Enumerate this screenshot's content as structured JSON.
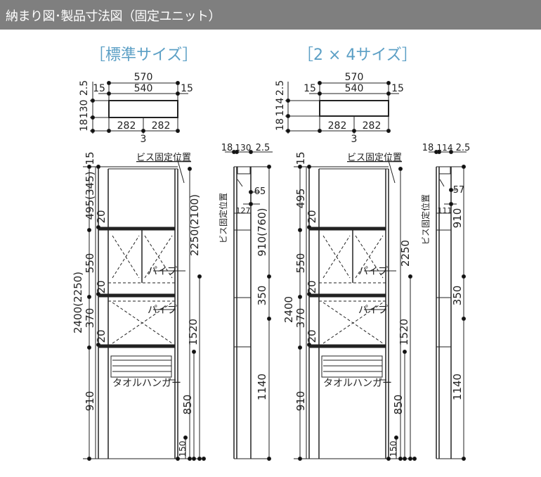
{
  "header": {
    "title": "納まり図･製品寸法図（固定ユニット）"
  },
  "colors": {
    "header_bg": "#7f7f7f",
    "section_label": "#5b9fc5",
    "line": "#222222"
  },
  "standard": {
    "label": "［標準サイズ］",
    "plan": {
      "width_total": "570",
      "width_inner": "540",
      "side_left": "15",
      "side_right": "15",
      "top": "2.5",
      "depth": "130",
      "back": "18",
      "half_left": "282",
      "half_right": "282",
      "center": "3"
    },
    "elevation": {
      "top": "15",
      "top_section": "495(345)",
      "shelf1": "20",
      "cabinet1": "550",
      "shelf2": "20",
      "cabinet2": "370",
      "shelf3": "20",
      "bottom": "910",
      "total_height": "2400(2250)",
      "screw_label": "ビス固定位置",
      "pipe_label_1": "パイプ",
      "pipe_label_2": "パイプ",
      "towel_label": "タオルハンガー",
      "dim_2250": "2250(2100)",
      "dim_1520": "1520",
      "dim_850": "850",
      "dim_150": "150"
    },
    "side": {
      "back": "18",
      "depth": "130",
      "top": "2.5",
      "dim_65": "65",
      "dim_127": "127",
      "screw_label": "ビス固定位置",
      "dim_910": "910(760)",
      "dim_350": "350",
      "dim_1140": "1140"
    }
  },
  "size2x4": {
    "label": "［2 × 4サイズ］",
    "plan": {
      "width_total": "570",
      "width_inner": "540",
      "side_left": "15",
      "side_right": "15",
      "top": "2.5",
      "depth": "114",
      "back": "18",
      "half_left": "282",
      "half_right": "282",
      "center": "3"
    },
    "elevation": {
      "top": "15",
      "top_section": "495",
      "shelf1": "20",
      "cabinet1": "550",
      "shelf2": "20",
      "cabinet2": "370",
      "shelf3": "20",
      "bottom": "910",
      "total_height": "2400",
      "screw_label": "ビス固定位置",
      "pipe_label_1": "パイプ",
      "pipe_label_2": "パイプ",
      "towel_label": "タオルハンガー",
      "dim_2250": "2250",
      "dim_1520": "1520",
      "dim_850": "850",
      "dim_150": "150"
    },
    "side": {
      "back": "18",
      "depth": "114",
      "top": "2.5",
      "dim_57": "57",
      "dim_111": "111",
      "screw_label": "ビス固定位置",
      "dim_910": "910",
      "dim_350": "350",
      "dim_1140": "1140"
    }
  }
}
